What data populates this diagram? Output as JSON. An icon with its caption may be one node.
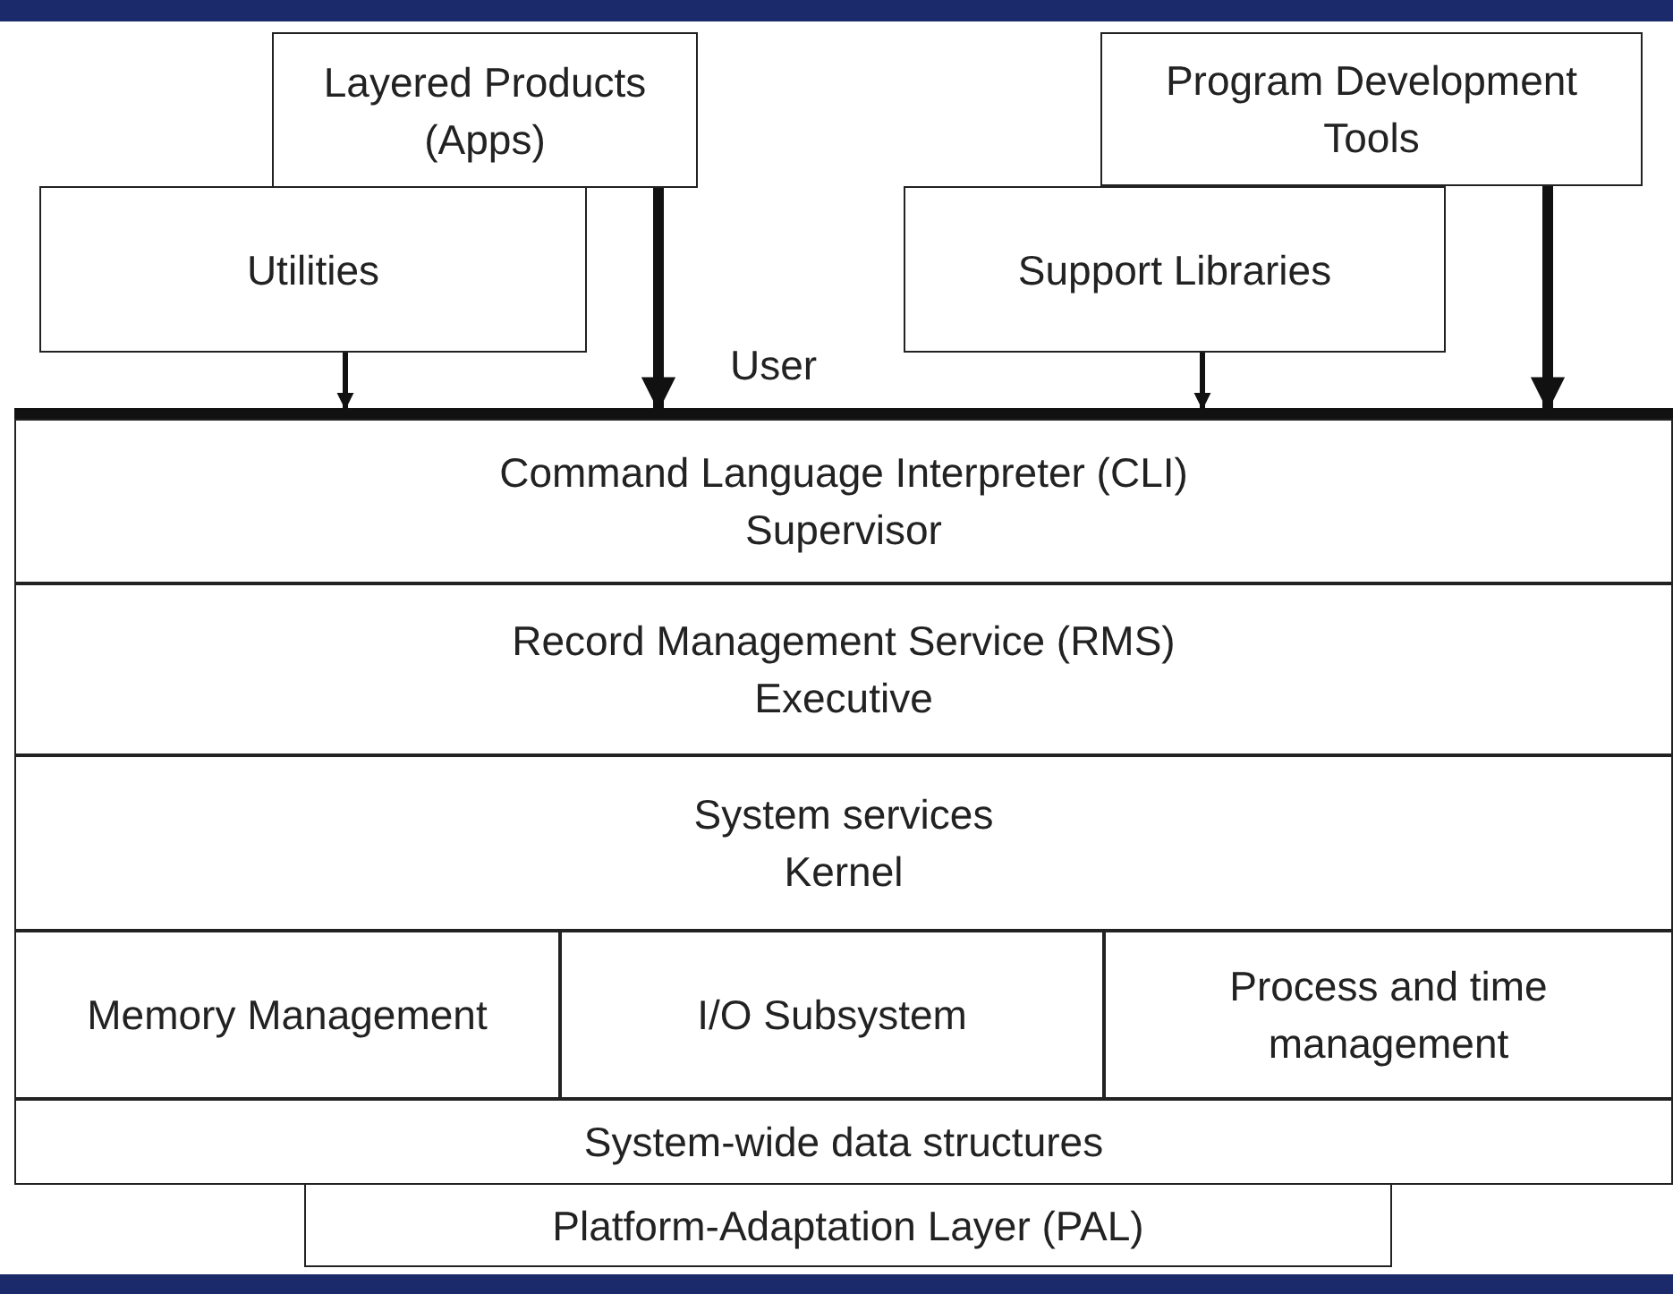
{
  "diagram": {
    "nodes": [
      {
        "text": [
          "Layered Products (Apps)"
        ]
      },
      {
        "text": [
          "Utilities"
        ]
      },
      {
        "text": [
          "Program Development Tools"
        ]
      },
      {
        "text": [
          "Support Libraries"
        ]
      },
      {
        "text": [
          "User"
        ]
      },
      {
        "text": [
          "Command Language Interpreter (CLI)",
          "Supervisor"
        ]
      },
      {
        "text": [
          "Record Management Service (RMS)",
          "Executive"
        ]
      },
      {
        "text": [
          "System services",
          "Kernel"
        ]
      },
      {
        "text": [
          "Memory Management"
        ]
      },
      {
        "text": [
          "I/O Subsystem"
        ]
      },
      {
        "text": [
          "Process and time management"
        ]
      },
      {
        "text": [
          "System-wide data structures"
        ]
      },
      {
        "text": [
          "Platform-Adaptation Layer (PAL)"
        ]
      }
    ],
    "edges": [
      {
        "from": 1,
        "to": 4,
        "arrow": "to"
      },
      {
        "from": 0,
        "to": 4,
        "arrow": "to",
        "style": "thick"
      },
      {
        "from": 3,
        "to": 4,
        "arrow": "to"
      },
      {
        "from": 2,
        "to": 4,
        "arrow": "to",
        "style": "thick"
      }
    ]
  }
}
